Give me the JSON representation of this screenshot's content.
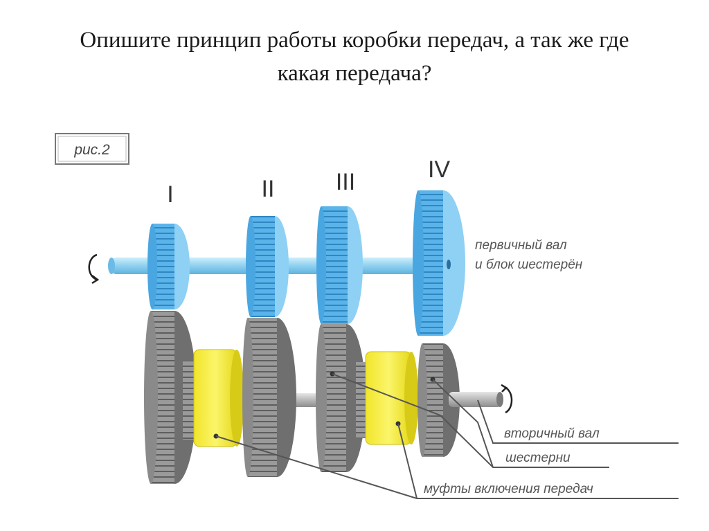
{
  "title": {
    "line1": "Опишите принцип работы коробки передач, а так же где",
    "line2": "какая передача?"
  },
  "figure": {
    "tag": "рис.2",
    "gear_numerals": [
      "I",
      "II",
      "III",
      "IV"
    ],
    "labels": {
      "primary_shaft_line1": "первичный вал",
      "primary_shaft_line2": "и блок шестерён",
      "secondary_shaft": "вторичный вал",
      "gears": "шестерни",
      "couplings": "муфты включения передач"
    },
    "colors": {
      "primary_gear": "#5ab4ea",
      "primary_gear_face": "#8fd0f5",
      "shaft": "#9fd7f2",
      "secondary_gear": "#8a8a8a",
      "coupling": "#f5ee30",
      "leader": "#555555"
    },
    "icons": [
      "rotation-arrow-left-icon",
      "rotation-arrow-right-icon"
    ]
  }
}
